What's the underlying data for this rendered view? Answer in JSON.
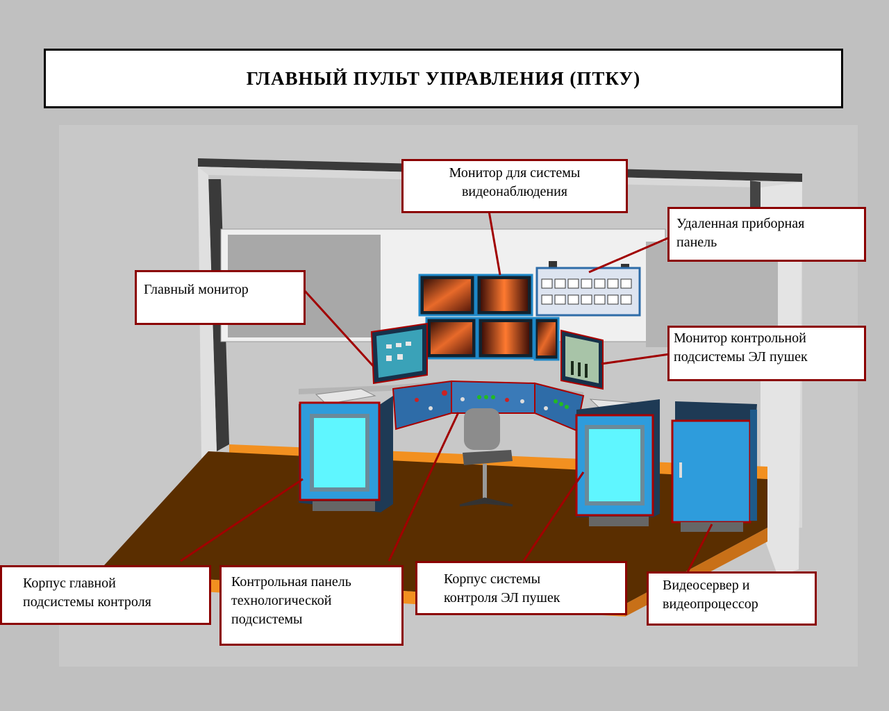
{
  "title": "ГЛАВНЫЙ  ПУЛЬТ  УПРАВЛЕНИЯ (ПТКУ)",
  "callouts": {
    "video_monitor": {
      "line1": "Монитор для системы",
      "line2": "видеонаблюдения"
    },
    "remote_panel": {
      "line1": "Удаленная приборная",
      "line2": "панель"
    },
    "main_monitor": {
      "line1": "Главный монитор"
    },
    "el_monitor": {
      "line1": "Монитор контрольной",
      "line2": "подсистемы ЭЛ пушек"
    },
    "main_cabinet": {
      "line1": "Корпус главной",
      "line2": "подсистемы контроля"
    },
    "tech_panel": {
      "line1": "Контрольная панель",
      "line2": "технологической",
      "line3": "подсистемы"
    },
    "el_cabinet": {
      "line1": "Корпус системы",
      "line2": "контроля ЭЛ пушек"
    },
    "video_server": {
      "line1": "Видеосервер и",
      "line2": "видеопроцессор"
    }
  },
  "colors": {
    "callout_border": "#8b0000",
    "leader_line": "#a00000",
    "floor": "#5a2e00",
    "floor_edge": "#f29020",
    "cabinet": "#2e9cdc",
    "cabinet_screen": "#5ff6ff",
    "background": "#c0c0c0"
  }
}
